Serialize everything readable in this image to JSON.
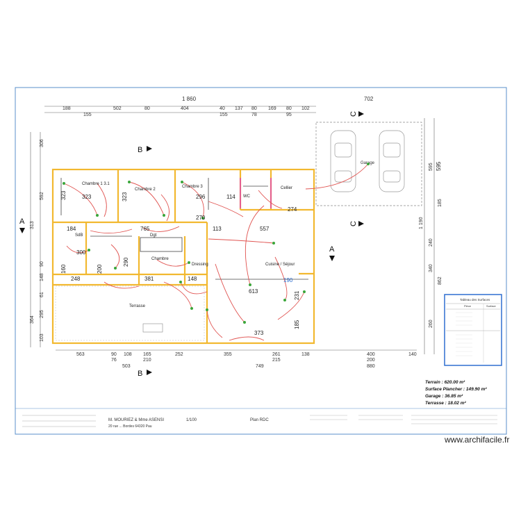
{
  "top_dims_row1": {
    "total": "1 860",
    "right": "702"
  },
  "top_dims_row2": [
    "188",
    "502",
    "80",
    "404",
    "40",
    "137",
    "80",
    "169",
    "80",
    "102"
  ],
  "top_dims_row3": [
    "155",
    "155",
    "78",
    "95"
  ],
  "left_dims": [
    "306",
    "592",
    "313",
    "90",
    "148",
    "61",
    "295",
    "364",
    "103"
  ],
  "right_dims": [
    "595",
    "185",
    "1 190",
    "240",
    "340",
    "862",
    "260"
  ],
  "bottom_dims_row1": [
    "563",
    "90",
    "108",
    "165",
    "252",
    "355",
    "261",
    "138",
    "400",
    "140"
  ],
  "bottom_dims_row2": [
    "76",
    "210",
    "215",
    "200"
  ],
  "bottom_dims_row3": [
    "503",
    "749",
    "880"
  ],
  "section_labels": {
    "a_left": "A",
    "a_right": "A",
    "b_top": "B",
    "b_bottom": "B",
    "c_top": "C",
    "c_right": "C"
  },
  "rooms": [
    {
      "key": "chambre1",
      "name": "Chambre 1 3.1",
      "dim": "323"
    },
    {
      "key": "chambre2",
      "name": "Chambre 2",
      "dim": "323"
    },
    {
      "key": "chambre3",
      "name": "Chambre 3",
      "dim": "296"
    },
    {
      "key": "wc",
      "name": "WC",
      "dim": "114"
    },
    {
      "key": "cellier",
      "name": "Cellier",
      "dim": "274"
    },
    {
      "key": "degagement",
      "name": "Dgt",
      "dim": "765"
    },
    {
      "key": "sdb",
      "name": "SdB",
      "dim": "300"
    },
    {
      "key": "chambre4",
      "name": "Chambre",
      "dim": "381"
    },
    {
      "key": "dressing",
      "name": "Dressing",
      "dim": "148"
    },
    {
      "key": "cuisine",
      "name": "Cuisine / Séjour",
      "dim": "613"
    },
    {
      "key": "terrasse",
      "name": "Terrasse",
      "dim": "373"
    },
    {
      "key": "garage",
      "name": "Garage",
      "dim": "595"
    }
  ],
  "inner_dims": {
    "d1": "184",
    "d2": "270",
    "d3": "557",
    "d4": "113",
    "d5": "248",
    "d6": "290",
    "d7": "190",
    "d8": "231",
    "d9": "185",
    "d10": "160",
    "d11": "200"
  },
  "surface_table": {
    "title": "Tableau des Surfaces",
    "col1": "Pièce",
    "col2": "Surface"
  },
  "surfaces": {
    "terrain": "Terrain : 620.00 m²",
    "plancher": "Surface Plancher : 149.90 m²",
    "garage": "Garage : 36.85 m²",
    "terrasse": "Terrasse : 18.02 m²"
  },
  "title_block": {
    "client": "M. MOURIEZ & Mme ASENSI",
    "address": "20 rue ... Bordes 64320 Pau",
    "level": "Plan RDC",
    "scale": "1/100"
  },
  "colors": {
    "wall": "#f2b82f",
    "wire": "#e0524f",
    "frame": "#5a8fcb",
    "accent_pink": "#e040b0",
    "table_border": "#2f6fd0"
  },
  "credit": "www.archifacile.fr"
}
